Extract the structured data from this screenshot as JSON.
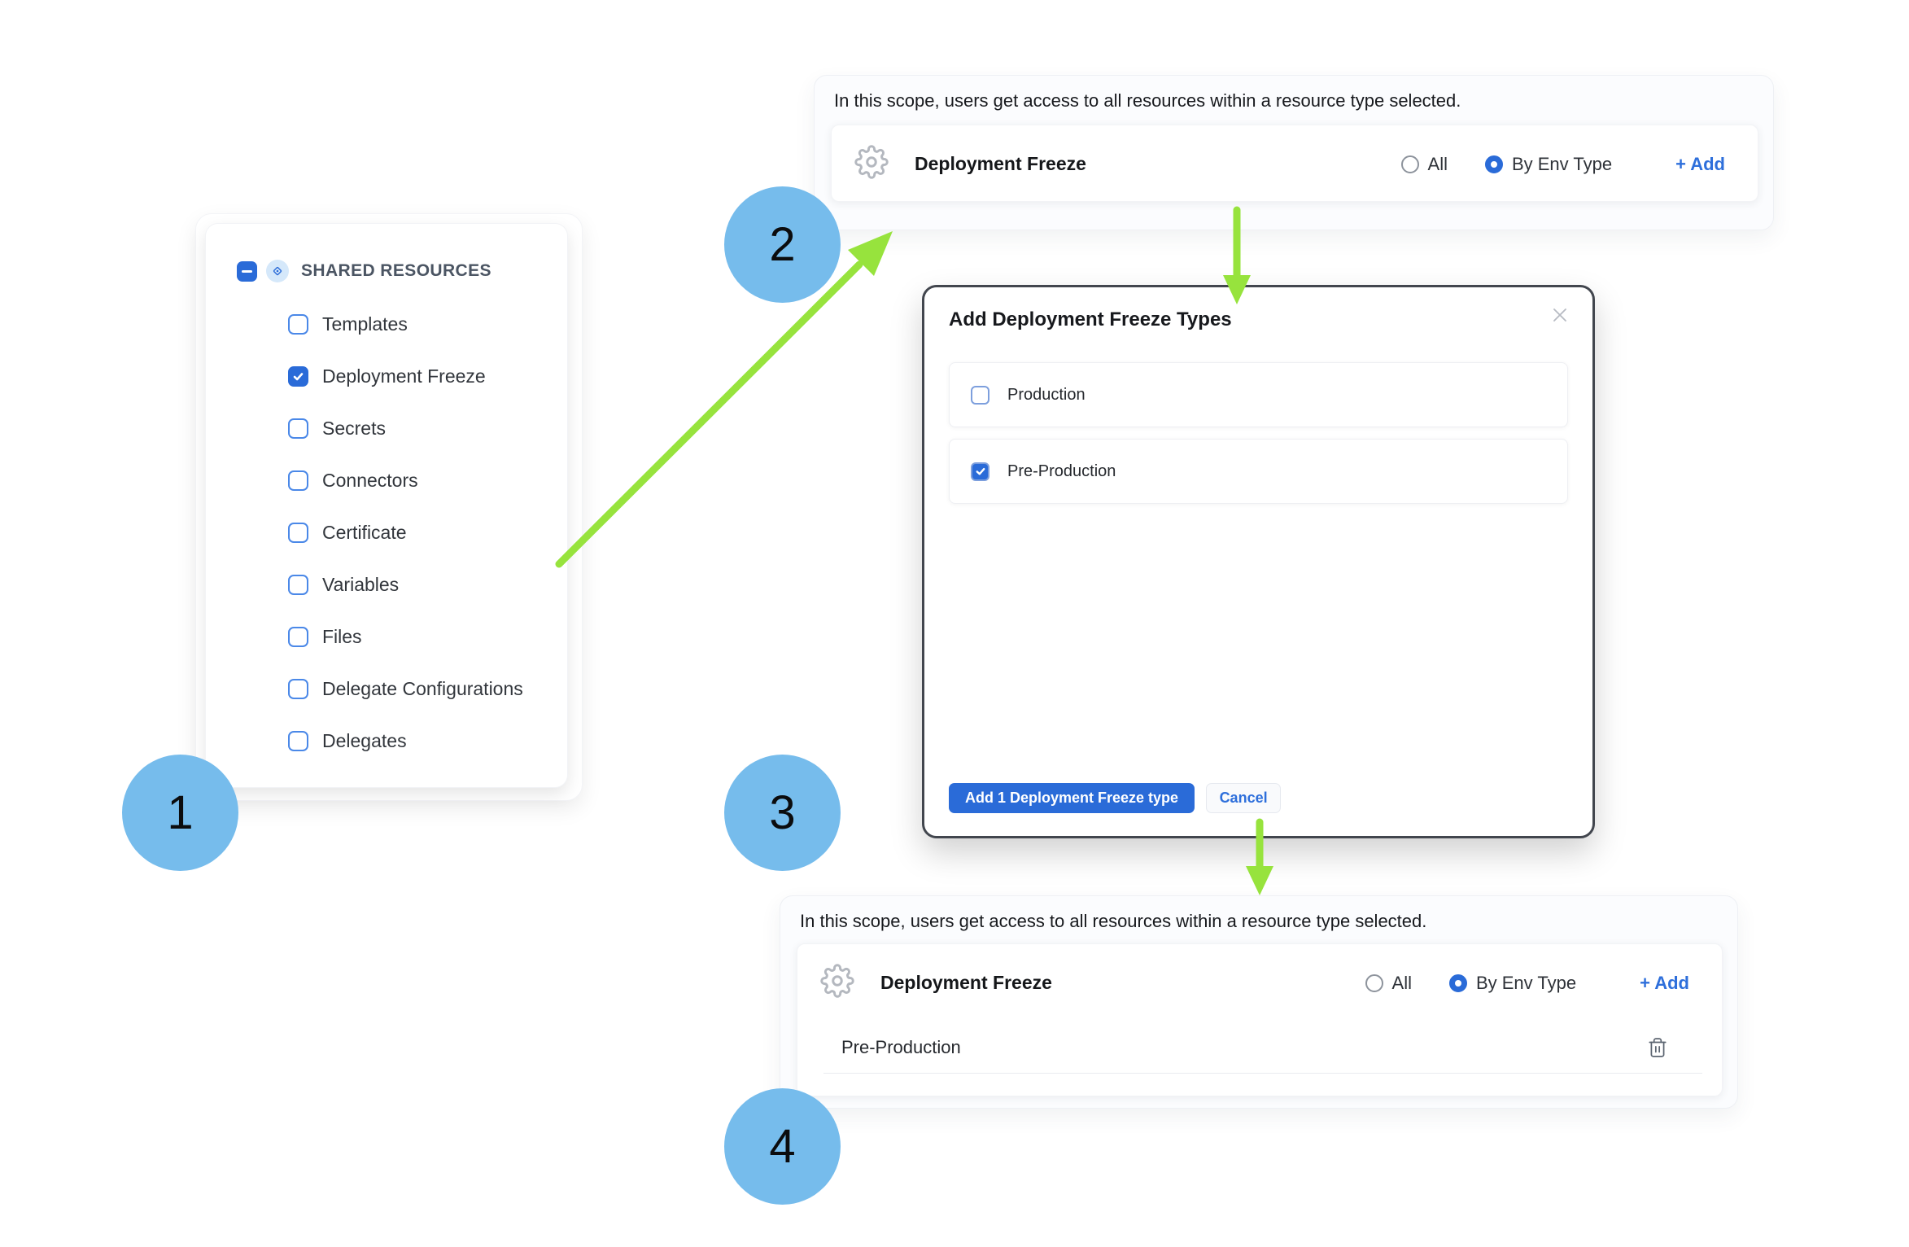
{
  "colors": {
    "accent": "#2a6bd8",
    "accent_bright": "#2e6fdb",
    "step_circle": "#76bcec",
    "arrow_green": "#97e33d",
    "modal_border": "#42464e"
  },
  "steps": [
    "1",
    "2",
    "3",
    "4"
  ],
  "left_panel": {
    "header": "SHARED RESOURCES",
    "items": [
      {
        "label": "Templates",
        "checked": false
      },
      {
        "label": "Deployment Freeze",
        "checked": true
      },
      {
        "label": "Secrets",
        "checked": false
      },
      {
        "label": "Connectors",
        "checked": false
      },
      {
        "label": "Certificate",
        "checked": false
      },
      {
        "label": "Variables",
        "checked": false
      },
      {
        "label": "Files",
        "checked": false
      },
      {
        "label": "Delegate Configurations",
        "checked": false
      },
      {
        "label": "Delegates",
        "checked": false
      }
    ]
  },
  "top_panel": {
    "description": "In this scope, users get access to all resources within a resource type selected.",
    "resource_label": "Deployment Freeze",
    "radios": {
      "all_label": "All",
      "all_selected": false,
      "by_env_label": "By Env Type",
      "by_env_selected": true
    },
    "add_label": "+ Add"
  },
  "modal": {
    "title": "Add Deployment Freeze Types",
    "options": [
      {
        "label": "Production",
        "checked": false
      },
      {
        "label": "Pre-Production",
        "checked": true
      }
    ],
    "submit_label": "Add 1 Deployment Freeze type",
    "cancel_label": "Cancel"
  },
  "bottom_panel": {
    "description": "In this scope, users get access to all resources within a resource type selected.",
    "resource_label": "Deployment Freeze",
    "radios": {
      "all_label": "All",
      "all_selected": false,
      "by_env_label": "By Env Type",
      "by_env_selected": true
    },
    "add_label": "+ Add",
    "selected_type": "Pre-Production"
  }
}
